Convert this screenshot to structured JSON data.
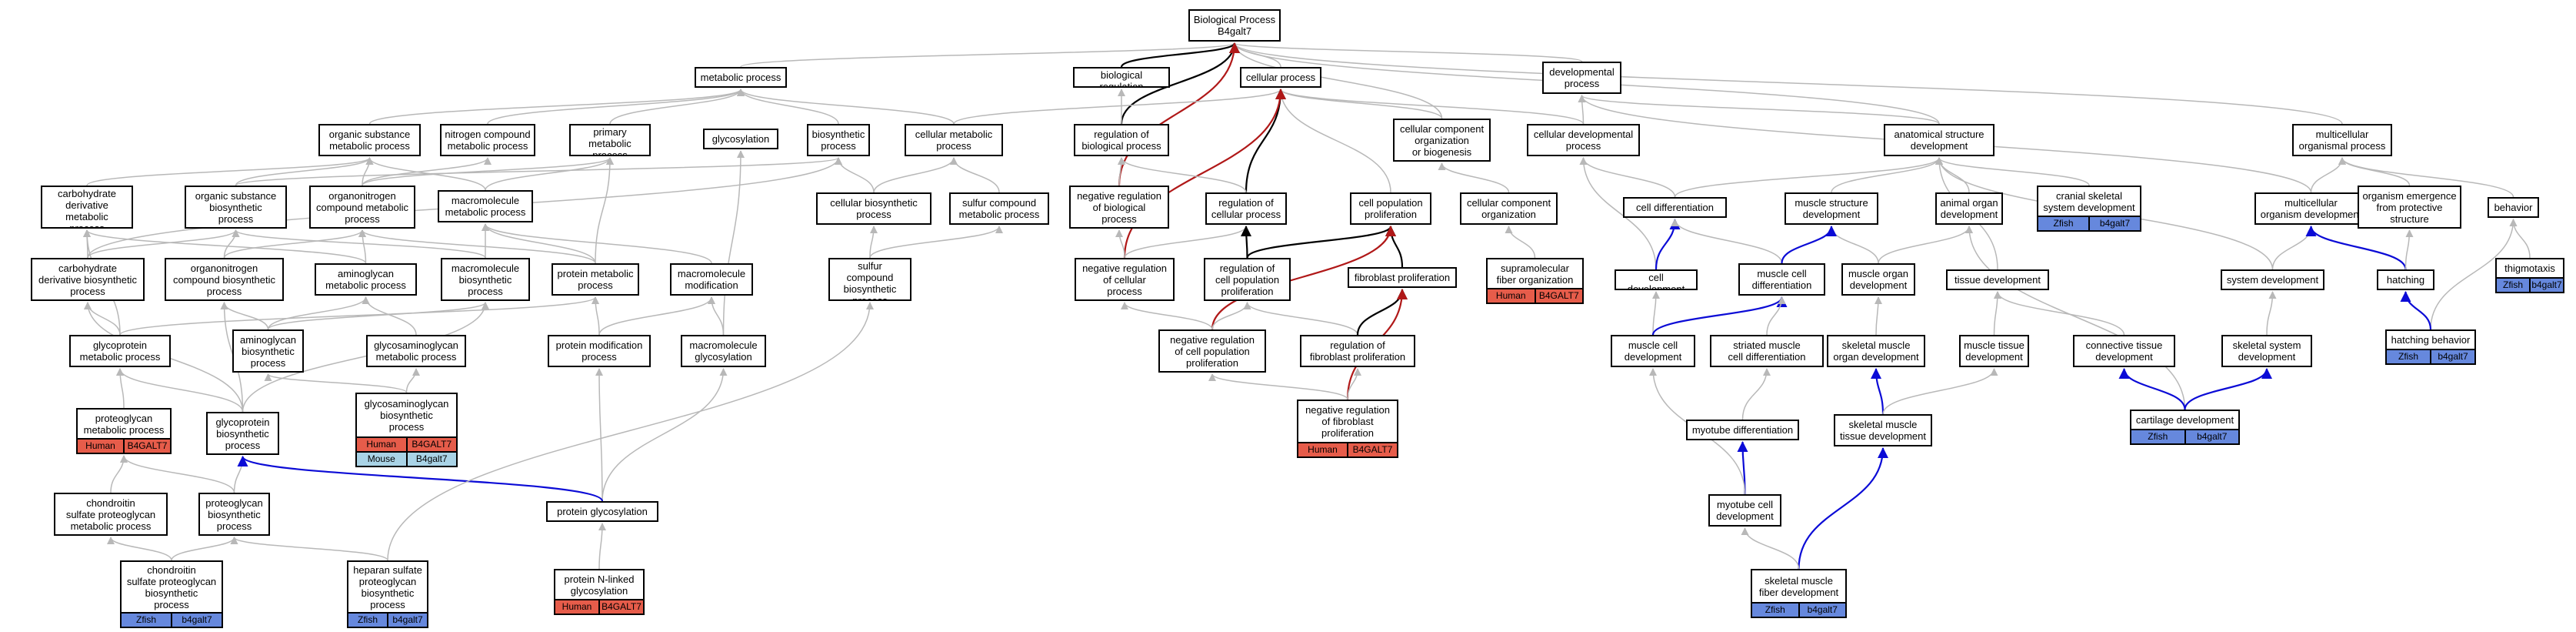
{
  "colors": {
    "human": "#e65c4a",
    "mouse": "#a9d3e6",
    "zfish": "#6688dd",
    "edge_gray": "#b8b8b8",
    "edge_black": "#000000",
    "edge_red": "#b01818",
    "edge_blue": "#0b0bd6"
  },
  "nodes": [
    {
      "id": "bp",
      "label": "Biological Process\nB4galt7"
    },
    {
      "id": "metabolic",
      "label": "metabolic process"
    },
    {
      "id": "bioreg",
      "label": "biological regulation"
    },
    {
      "id": "cellular",
      "label": "cellular process"
    },
    {
      "id": "devproc",
      "label": "developmental\nprocess"
    },
    {
      "id": "orgsub",
      "label": "organic substance\nmetabolic process"
    },
    {
      "id": "nitro",
      "label": "nitrogen compound\nmetabolic process"
    },
    {
      "id": "primary",
      "label": "primary metabolic\nprocess"
    },
    {
      "id": "glycosylation",
      "label": "glycosylation"
    },
    {
      "id": "biosyn",
      "label": "biosynthetic\nprocess"
    },
    {
      "id": "cellmet",
      "label": "cellular metabolic\nprocess"
    },
    {
      "id": "regbio",
      "label": "regulation of\nbiological process"
    },
    {
      "id": "cccorg",
      "label": "cellular component\norganization\nor biogenesis"
    },
    {
      "id": "celldevproc",
      "label": "cellular developmental\nprocess"
    },
    {
      "id": "anatdev",
      "label": "anatomical structure\ndevelopment"
    },
    {
      "id": "multiproc",
      "label": "multicellular\norganismal process"
    },
    {
      "id": "carbmet",
      "label": "carbohydrate\nderivative metabolic\nprocess"
    },
    {
      "id": "orgsubbio",
      "label": "organic substance\nbiosynthetic\nprocess"
    },
    {
      "id": "organometa",
      "label": "organonitrogen\ncompound metabolic\nprocess"
    },
    {
      "id": "macromet",
      "label": "macromolecule\nmetabolic process"
    },
    {
      "id": "cellbiosyn",
      "label": "cellular biosynthetic\nprocess"
    },
    {
      "id": "sulfurmet",
      "label": "sulfur compound\nmetabolic process"
    },
    {
      "id": "negregbio",
      "label": "negative regulation\nof biological\nprocess"
    },
    {
      "id": "regcell",
      "label": "regulation of\ncellular process"
    },
    {
      "id": "cellpop",
      "label": "cell population\nproliferation"
    },
    {
      "id": "cccorg2",
      "label": "cellular component\norganization"
    },
    {
      "id": "celldiff",
      "label": "cell differentiation"
    },
    {
      "id": "musstructdev",
      "label": "muscle structure\ndevelopment"
    },
    {
      "id": "animorgan",
      "label": "animal organ\ndevelopment"
    },
    {
      "id": "cranial",
      "label": "cranial skeletal\nsystem development",
      "ann": [
        [
          "Zfish",
          "zfish",
          "b4galt7",
          "zfish"
        ]
      ]
    },
    {
      "id": "multidev",
      "label": "multicellular\norganism development"
    },
    {
      "id": "emergence",
      "label": "organism emergence\nfrom protective\nstructure"
    },
    {
      "id": "behavior",
      "label": "behavior"
    },
    {
      "id": "carbbio",
      "label": "carbohydrate\nderivative biosynthetic\nprocess"
    },
    {
      "id": "organobio",
      "label": "organonitrogen\ncompound biosynthetic\nprocess"
    },
    {
      "id": "aminometa",
      "label": "aminoglycan\nmetabolic process"
    },
    {
      "id": "macrobio",
      "label": "macromolecule\nbiosynthetic\nprocess"
    },
    {
      "id": "protmet",
      "label": "protein metabolic\nprocess"
    },
    {
      "id": "macromod",
      "label": "macromolecule\nmodification"
    },
    {
      "id": "sulfurbio",
      "label": "sulfur compound\nbiosynthetic\nprocess"
    },
    {
      "id": "negregcell",
      "label": "negative regulation\nof cellular\nprocess"
    },
    {
      "id": "regcellpop",
      "label": "regulation of\ncell population\nproliferation"
    },
    {
      "id": "fibroprolif",
      "label": "fibroblast proliferation"
    },
    {
      "id": "supramol",
      "label": "supramolecular\nfiber organization",
      "ann": [
        [
          "Human",
          "human",
          "B4GALT7",
          "human"
        ]
      ]
    },
    {
      "id": "celldev",
      "label": "cell development"
    },
    {
      "id": "muscelldiff",
      "label": "muscle cell\ndifferentiation"
    },
    {
      "id": "musorgandev",
      "label": "muscle organ\ndevelopment"
    },
    {
      "id": "tissuedev",
      "label": "tissue development"
    },
    {
      "id": "systemdev",
      "label": "system development"
    },
    {
      "id": "hatching",
      "label": "hatching"
    },
    {
      "id": "thigmo",
      "label": "thigmotaxis",
      "ann": [
        [
          "Zfish",
          "zfish",
          "b4galt7",
          "zfish"
        ]
      ]
    },
    {
      "id": "glycoprotmet",
      "label": "glycoprotein\nmetabolic process"
    },
    {
      "id": "aminobio",
      "label": "aminoglycan\nbiosynthetic\nprocess"
    },
    {
      "id": "gagmet",
      "label": "glycosaminoglycan\nmetabolic process"
    },
    {
      "id": "protmod",
      "label": "protein modification\nprocess"
    },
    {
      "id": "macroglyco",
      "label": "macromolecule\nglycosylation"
    },
    {
      "id": "negregcellpop",
      "label": "negative regulation\nof cell population\nproliferation"
    },
    {
      "id": "regfibro",
      "label": "regulation of\nfibroblast proliferation"
    },
    {
      "id": "muscelldev",
      "label": "muscle cell\ndevelopment"
    },
    {
      "id": "striated",
      "label": "striated muscle\ncell differentiation"
    },
    {
      "id": "skelmusorgan",
      "label": "skeletal muscle\norgan development"
    },
    {
      "id": "mustissue",
      "label": "muscle tissue\ndevelopment"
    },
    {
      "id": "conntissue",
      "label": "connective tissue\ndevelopment"
    },
    {
      "id": "skelsys",
      "label": "skeletal system\ndevelopment"
    },
    {
      "id": "hatchbeh",
      "label": "hatching behavior",
      "ann": [
        [
          "Zfish",
          "zfish",
          "b4galt7",
          "zfish"
        ]
      ]
    },
    {
      "id": "pgmet",
      "label": "proteoglycan\nmetabolic process",
      "ann": [
        [
          "Human",
          "human",
          "B4GALT7",
          "human"
        ]
      ]
    },
    {
      "id": "glycoprotbio",
      "label": "glycoprotein\nbiosynthetic\nprocess"
    },
    {
      "id": "gagbio",
      "label": "glycosaminoglycan\nbiosynthetic\nprocess",
      "ann": [
        [
          "Human",
          "human",
          "B4GALT7",
          "human"
        ],
        [
          "Mouse",
          "mouse",
          "B4galt7",
          "mouse"
        ]
      ]
    },
    {
      "id": "negregfibro",
      "label": "negative regulation\nof fibroblast\nproliferation",
      "ann": [
        [
          "Human",
          "human",
          "B4GALT7",
          "human"
        ]
      ]
    },
    {
      "id": "myotubediff",
      "label": "myotube differentiation"
    },
    {
      "id": "skelmustissue",
      "label": "skeletal muscle\ntissue development"
    },
    {
      "id": "cartilage",
      "label": "cartilage development",
      "ann": [
        [
          "Zfish",
          "zfish",
          "b4galt7",
          "zfish"
        ]
      ]
    },
    {
      "id": "csmet",
      "label": "chondroitin\nsulfate proteoglycan\nmetabolic process"
    },
    {
      "id": "pgbio",
      "label": "proteoglycan\nbiosynthetic\nprocess"
    },
    {
      "id": "protglyco",
      "label": "protein glycosylation"
    },
    {
      "id": "myotubedev",
      "label": "myotube cell\ndevelopment"
    },
    {
      "id": "csbio",
      "label": "chondroitin\nsulfate proteoglycan\nbiosynthetic\nprocess",
      "ann": [
        [
          "Zfish",
          "zfish",
          "b4galt7",
          "zfish"
        ]
      ]
    },
    {
      "id": "hsbio",
      "label": "heparan sulfate\nproteoglycan\nbiosynthetic\nprocess",
      "ann": [
        [
          "Zfish",
          "zfish",
          "b4galt7",
          "zfish"
        ]
      ]
    },
    {
      "id": "nlinked",
      "label": "protein N-linked\nglycosylation",
      "ann": [
        [
          "Human",
          "human",
          "B4GALT7",
          "human"
        ]
      ]
    },
    {
      "id": "skelmusfiber",
      "label": "skeletal muscle\nfiber development",
      "ann": [
        [
          "Zfish",
          "zfish",
          "b4galt7",
          "zfish"
        ]
      ]
    }
  ],
  "edges": [
    [
      "metabolic",
      "bp",
      "gray"
    ],
    [
      "bioreg",
      "bp",
      "black"
    ],
    [
      "cellular",
      "bp",
      "gray"
    ],
    [
      "devproc",
      "bp",
      "gray"
    ],
    [
      "multiproc",
      "bp",
      "gray"
    ],
    [
      "anatdev",
      "bp",
      "gray"
    ],
    [
      "cccorg",
      "bp",
      "gray"
    ],
    [
      "regbio",
      "bp",
      "black"
    ],
    [
      "negregbio",
      "bp",
      "red"
    ],
    [
      "orgsub",
      "metabolic",
      "gray"
    ],
    [
      "nitro",
      "metabolic",
      "gray"
    ],
    [
      "primary",
      "metabolic",
      "gray"
    ],
    [
      "biosyn",
      "metabolic",
      "gray"
    ],
    [
      "cellmet",
      "metabolic",
      "gray"
    ],
    [
      "regbio",
      "bioreg",
      "gray"
    ],
    [
      "cellmet",
      "cellular",
      "gray"
    ],
    [
      "regcell",
      "cellular",
      "black"
    ],
    [
      "cellpop",
      "cellular",
      "gray"
    ],
    [
      "cccorg",
      "cellular",
      "gray"
    ],
    [
      "celldevproc",
      "cellular",
      "gray"
    ],
    [
      "negregcell",
      "cellular",
      "red"
    ],
    [
      "celldevproc",
      "devproc",
      "gray"
    ],
    [
      "anatdev",
      "devproc",
      "gray"
    ],
    [
      "multidev",
      "devproc",
      "gray"
    ],
    [
      "carbmet",
      "orgsub",
      "gray"
    ],
    [
      "orgsubbio",
      "orgsub",
      "gray"
    ],
    [
      "organometa",
      "orgsub",
      "gray"
    ],
    [
      "macromet",
      "orgsub",
      "gray"
    ],
    [
      "organometa",
      "nitro",
      "gray"
    ],
    [
      "organometa",
      "primary",
      "gray"
    ],
    [
      "macromet",
      "primary",
      "gray"
    ],
    [
      "protmet",
      "primary",
      "gray"
    ],
    [
      "macroglyco",
      "glycosylation",
      "gray"
    ],
    [
      "orgsubbio",
      "biosyn",
      "gray"
    ],
    [
      "cellbiosyn",
      "biosyn",
      "gray"
    ],
    [
      "carbbio",
      "biosyn",
      "gray"
    ],
    [
      "cellbiosyn",
      "cellmet",
      "gray"
    ],
    [
      "sulfurmet",
      "cellmet",
      "gray"
    ],
    [
      "negregbio",
      "regbio",
      "gray"
    ],
    [
      "regcell",
      "regbio",
      "gray"
    ],
    [
      "cccorg2",
      "cccorg",
      "gray"
    ],
    [
      "celldiff",
      "celldevproc",
      "gray"
    ],
    [
      "celldev",
      "celldevproc",
      "gray"
    ],
    [
      "musstructdev",
      "anatdev",
      "gray"
    ],
    [
      "animorgan",
      "anatdev",
      "gray"
    ],
    [
      "cranial",
      "anatdev",
      "gray"
    ],
    [
      "tissuedev",
      "anatdev",
      "gray"
    ],
    [
      "celldiff",
      "anatdev",
      "gray"
    ],
    [
      "systemdev",
      "anatdev",
      "gray"
    ],
    [
      "multidev",
      "multiproc",
      "gray"
    ],
    [
      "emergence",
      "multiproc",
      "gray"
    ],
    [
      "behavior",
      "multiproc",
      "gray"
    ],
    [
      "carbbio",
      "carbmet",
      "gray"
    ],
    [
      "glycoprotmet",
      "carbmet",
      "gray"
    ],
    [
      "aminometa",
      "carbmet",
      "gray"
    ],
    [
      "carbbio",
      "orgsubbio",
      "gray"
    ],
    [
      "organobio",
      "orgsubbio",
      "gray"
    ],
    [
      "macrobio",
      "orgsubbio",
      "gray"
    ],
    [
      "organobio",
      "organometa",
      "gray"
    ],
    [
      "aminometa",
      "organometa",
      "gray"
    ],
    [
      "protmet",
      "organometa",
      "gray"
    ],
    [
      "macrobio",
      "macromet",
      "gray"
    ],
    [
      "protmet",
      "macromet",
      "gray"
    ],
    [
      "macromod",
      "macromet",
      "gray"
    ],
    [
      "sulfurbio",
      "cellbiosyn",
      "gray"
    ],
    [
      "sulfurbio",
      "sulfurmet",
      "gray"
    ],
    [
      "negregcell",
      "negregbio",
      "gray"
    ],
    [
      "negregcell",
      "regcell",
      "gray"
    ],
    [
      "regcellpop",
      "regcell",
      "black"
    ],
    [
      "regcellpop",
      "cellpop",
      "black"
    ],
    [
      "fibroprolif",
      "cellpop",
      "black"
    ],
    [
      "negregcellpop",
      "cellpop",
      "red"
    ],
    [
      "supramol",
      "cccorg2",
      "gray"
    ],
    [
      "celldev",
      "celldiff",
      "blue"
    ],
    [
      "muscelldiff",
      "celldiff",
      "gray"
    ],
    [
      "musorgandev",
      "musstructdev",
      "gray"
    ],
    [
      "muscelldiff",
      "musstructdev",
      "blue"
    ],
    [
      "musorgandev",
      "animorgan",
      "gray"
    ],
    [
      "cartilage",
      "animorgan",
      "gray"
    ],
    [
      "systemdev",
      "multidev",
      "gray"
    ],
    [
      "hatching",
      "multidev",
      "blue"
    ],
    [
      "hatching",
      "emergence",
      "gray"
    ],
    [
      "thigmo",
      "behavior",
      "gray"
    ],
    [
      "hatchbeh",
      "behavior",
      "gray"
    ],
    [
      "glycoprotmet",
      "carbbio",
      "gray"
    ],
    [
      "glycoprotbio",
      "carbbio",
      "gray"
    ],
    [
      "aminobio",
      "organobio",
      "gray"
    ],
    [
      "glycoprotbio",
      "organobio",
      "gray"
    ],
    [
      "aminobio",
      "aminometa",
      "gray"
    ],
    [
      "gagmet",
      "aminometa",
      "gray"
    ],
    [
      "aminobio",
      "macrobio",
      "gray"
    ],
    [
      "glycoprotbio",
      "macrobio",
      "gray"
    ],
    [
      "protmod",
      "protmet",
      "gray"
    ],
    [
      "glycoprotmet",
      "protmet",
      "gray"
    ],
    [
      "protmod",
      "macromod",
      "gray"
    ],
    [
      "macroglyco",
      "macromod",
      "gray"
    ],
    [
      "negregcellpop",
      "negregcell",
      "gray"
    ],
    [
      "negregcellpop",
      "regcellpop",
      "gray"
    ],
    [
      "regfibro",
      "regcellpop",
      "gray"
    ],
    [
      "regfibro",
      "fibroprolif",
      "black"
    ],
    [
      "negregfibro",
      "fibroprolif",
      "red"
    ],
    [
      "negregfibro",
      "negregcellpop",
      "gray"
    ],
    [
      "negregfibro",
      "regfibro",
      "gray"
    ],
    [
      "muscelldev",
      "celldev",
      "gray"
    ],
    [
      "muscelldev",
      "muscelldiff",
      "blue"
    ],
    [
      "striated",
      "muscelldiff",
      "gray"
    ],
    [
      "skelmusorgan",
      "musorgandev",
      "gray"
    ],
    [
      "mustissue",
      "tissuedev",
      "gray"
    ],
    [
      "conntissue",
      "tissuedev",
      "gray"
    ],
    [
      "skelsys",
      "systemdev",
      "gray"
    ],
    [
      "hatchbeh",
      "hatching",
      "blue"
    ],
    [
      "pgmet",
      "glycoprotmet",
      "gray"
    ],
    [
      "glycoprotbio",
      "glycoprotmet",
      "gray"
    ],
    [
      "gagbio",
      "aminobio",
      "gray"
    ],
    [
      "gagbio",
      "gagmet",
      "gray"
    ],
    [
      "protglyco",
      "protmod",
      "gray"
    ],
    [
      "protglyco",
      "macroglyco",
      "gray"
    ],
    [
      "myotubediff",
      "striated",
      "gray"
    ],
    [
      "skelmustissue",
      "skelmusorgan",
      "blue"
    ],
    [
      "skelmustissue",
      "mustissue",
      "gray"
    ],
    [
      "cartilage",
      "conntissue",
      "blue"
    ],
    [
      "cartilage",
      "skelsys",
      "blue"
    ],
    [
      "csmet",
      "pgmet",
      "gray"
    ],
    [
      "pgbio",
      "pgmet",
      "gray"
    ],
    [
      "pgbio",
      "glycoprotbio",
      "gray"
    ],
    [
      "protglyco",
      "glycoprotbio",
      "blue"
    ],
    [
      "myotubedev",
      "myotubediff",
      "blue"
    ],
    [
      "myotubedev",
      "muscelldev",
      "gray"
    ],
    [
      "csbio",
      "csmet",
      "gray"
    ],
    [
      "csbio",
      "pgbio",
      "gray"
    ],
    [
      "hsbio",
      "pgbio",
      "gray"
    ],
    [
      "hsbio",
      "sulfurbio",
      "gray"
    ],
    [
      "nlinked",
      "protglyco",
      "gray"
    ],
    [
      "skelmusfiber",
      "skelmustissue",
      "blue"
    ],
    [
      "skelmusfiber",
      "myotubedev",
      "gray"
    ]
  ]
}
